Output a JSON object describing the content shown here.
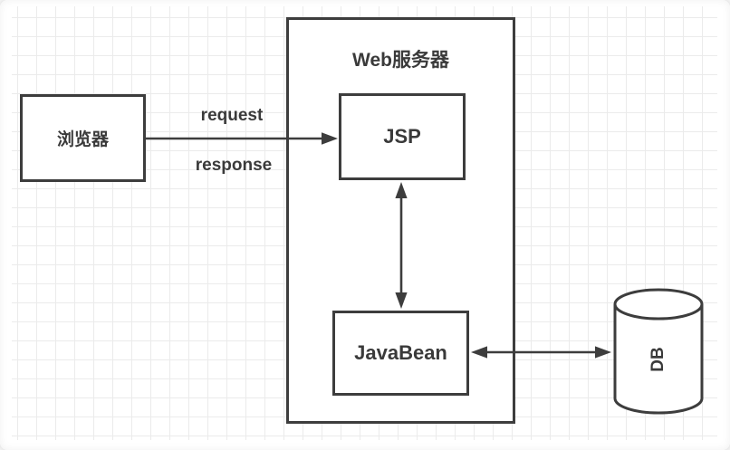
{
  "diagram": {
    "title": "Web服务器",
    "nodes": {
      "browser": {
        "label": "浏览器",
        "shape": "rectangle"
      },
      "web_server": {
        "label": "Web服务器",
        "shape": "container"
      },
      "jsp": {
        "label": "JSP",
        "shape": "rectangle"
      },
      "javabean": {
        "label": "JavaBean",
        "shape": "rectangle"
      },
      "db": {
        "label": "DB",
        "shape": "cylinder",
        "label_rotation": "-90deg"
      }
    },
    "edges": {
      "browser_to_jsp": {
        "label_top": "request",
        "label_bottom": "response",
        "arrowheads": "right"
      },
      "jsp_javabean": {
        "arrowheads": "both"
      },
      "javabean_db": {
        "arrowheads": "both"
      }
    },
    "colors": {
      "stroke": "#3d3d3d",
      "text": "#3a3a3a",
      "node_fill": "#ffffff",
      "grid_line": "#ebebeb",
      "background": "#ffffff"
    }
  }
}
